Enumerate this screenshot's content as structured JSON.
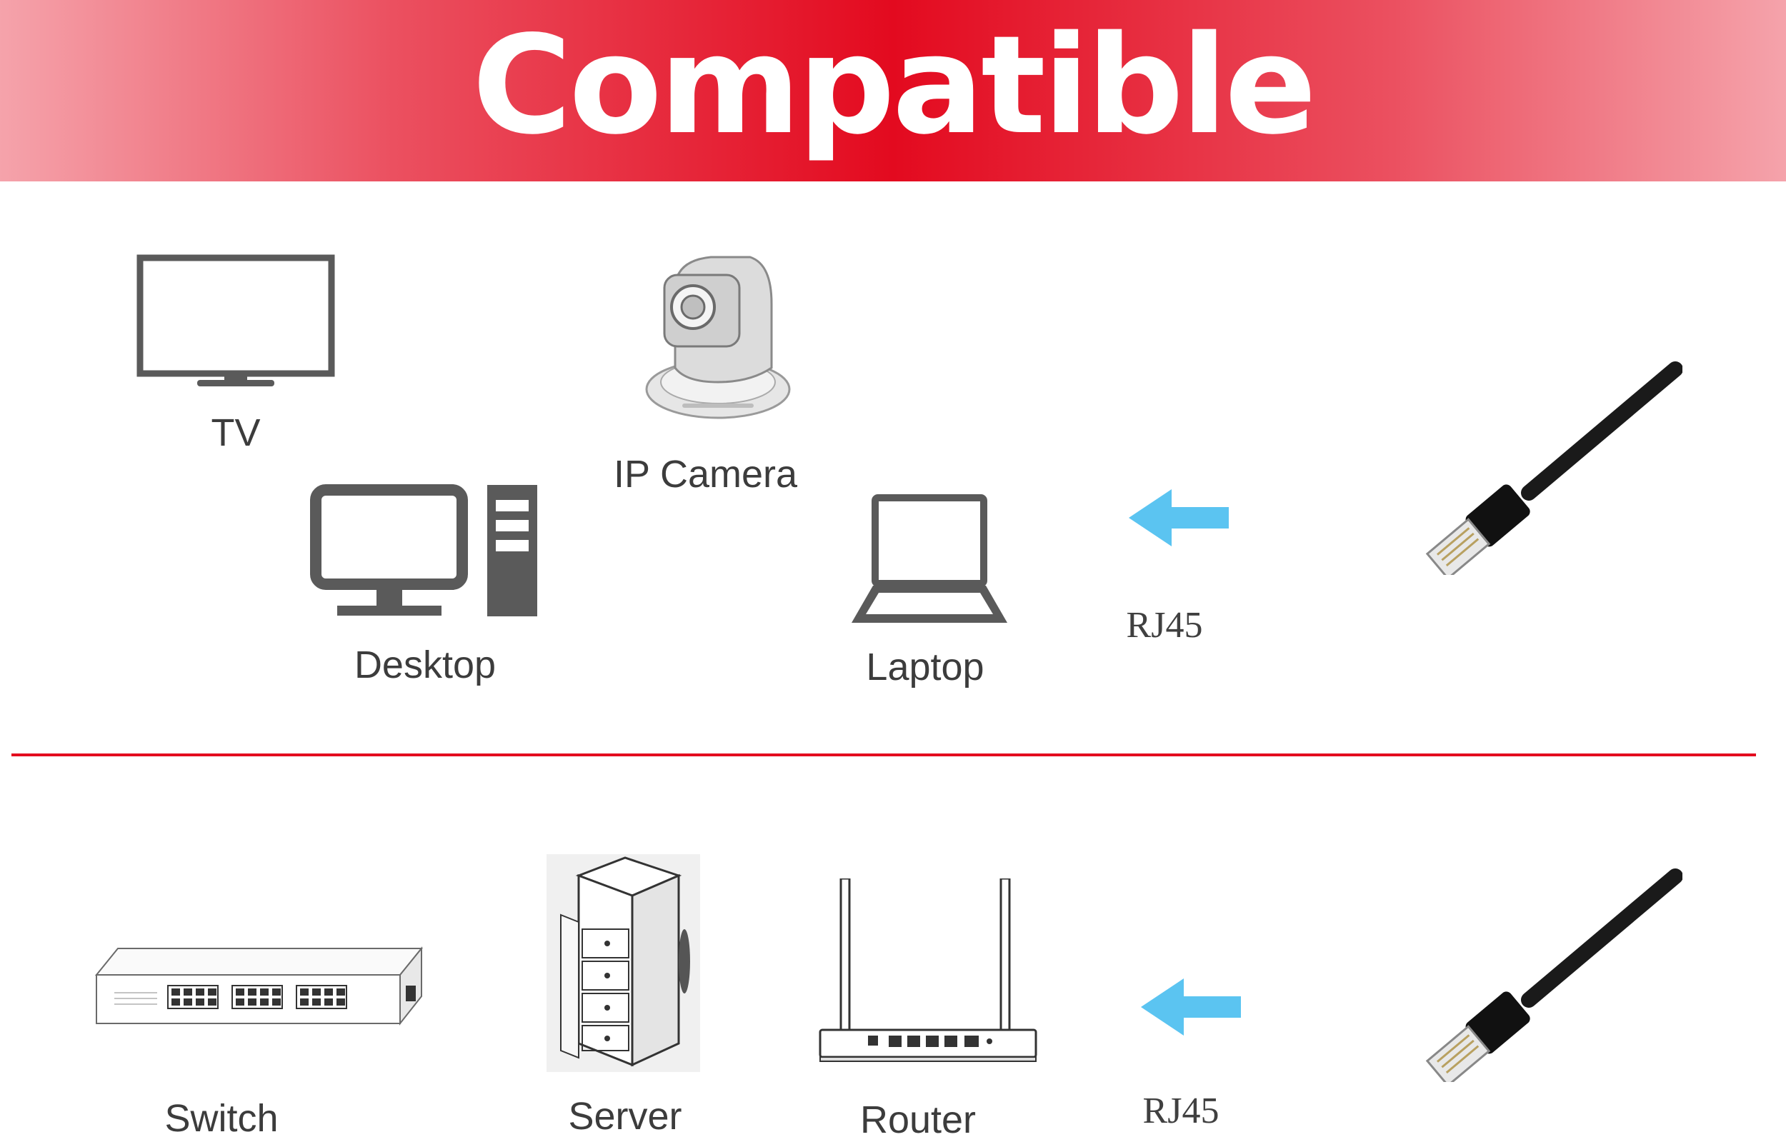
{
  "banner": {
    "title": "Compatible"
  },
  "top_row": {
    "tv_label": "TV",
    "ip_camera_label": "IP Camera",
    "desktop_label": "Desktop",
    "laptop_label": "Laptop",
    "connector_label": "RJ45"
  },
  "bottom_row": {
    "switch_label": "Switch",
    "server_label": "Server",
    "router_label": "Router",
    "connector_label": "RJ45"
  },
  "colors": {
    "banner_red": "#e30a1f",
    "arrow_blue": "#5bc4f1",
    "icon_gray": "#5a5a5a"
  },
  "icons": [
    "tv-icon",
    "ip-camera-icon",
    "desktop-icon",
    "laptop-icon",
    "arrow-left-icon",
    "rj45-cable-icon",
    "switch-icon",
    "server-icon",
    "router-icon"
  ]
}
